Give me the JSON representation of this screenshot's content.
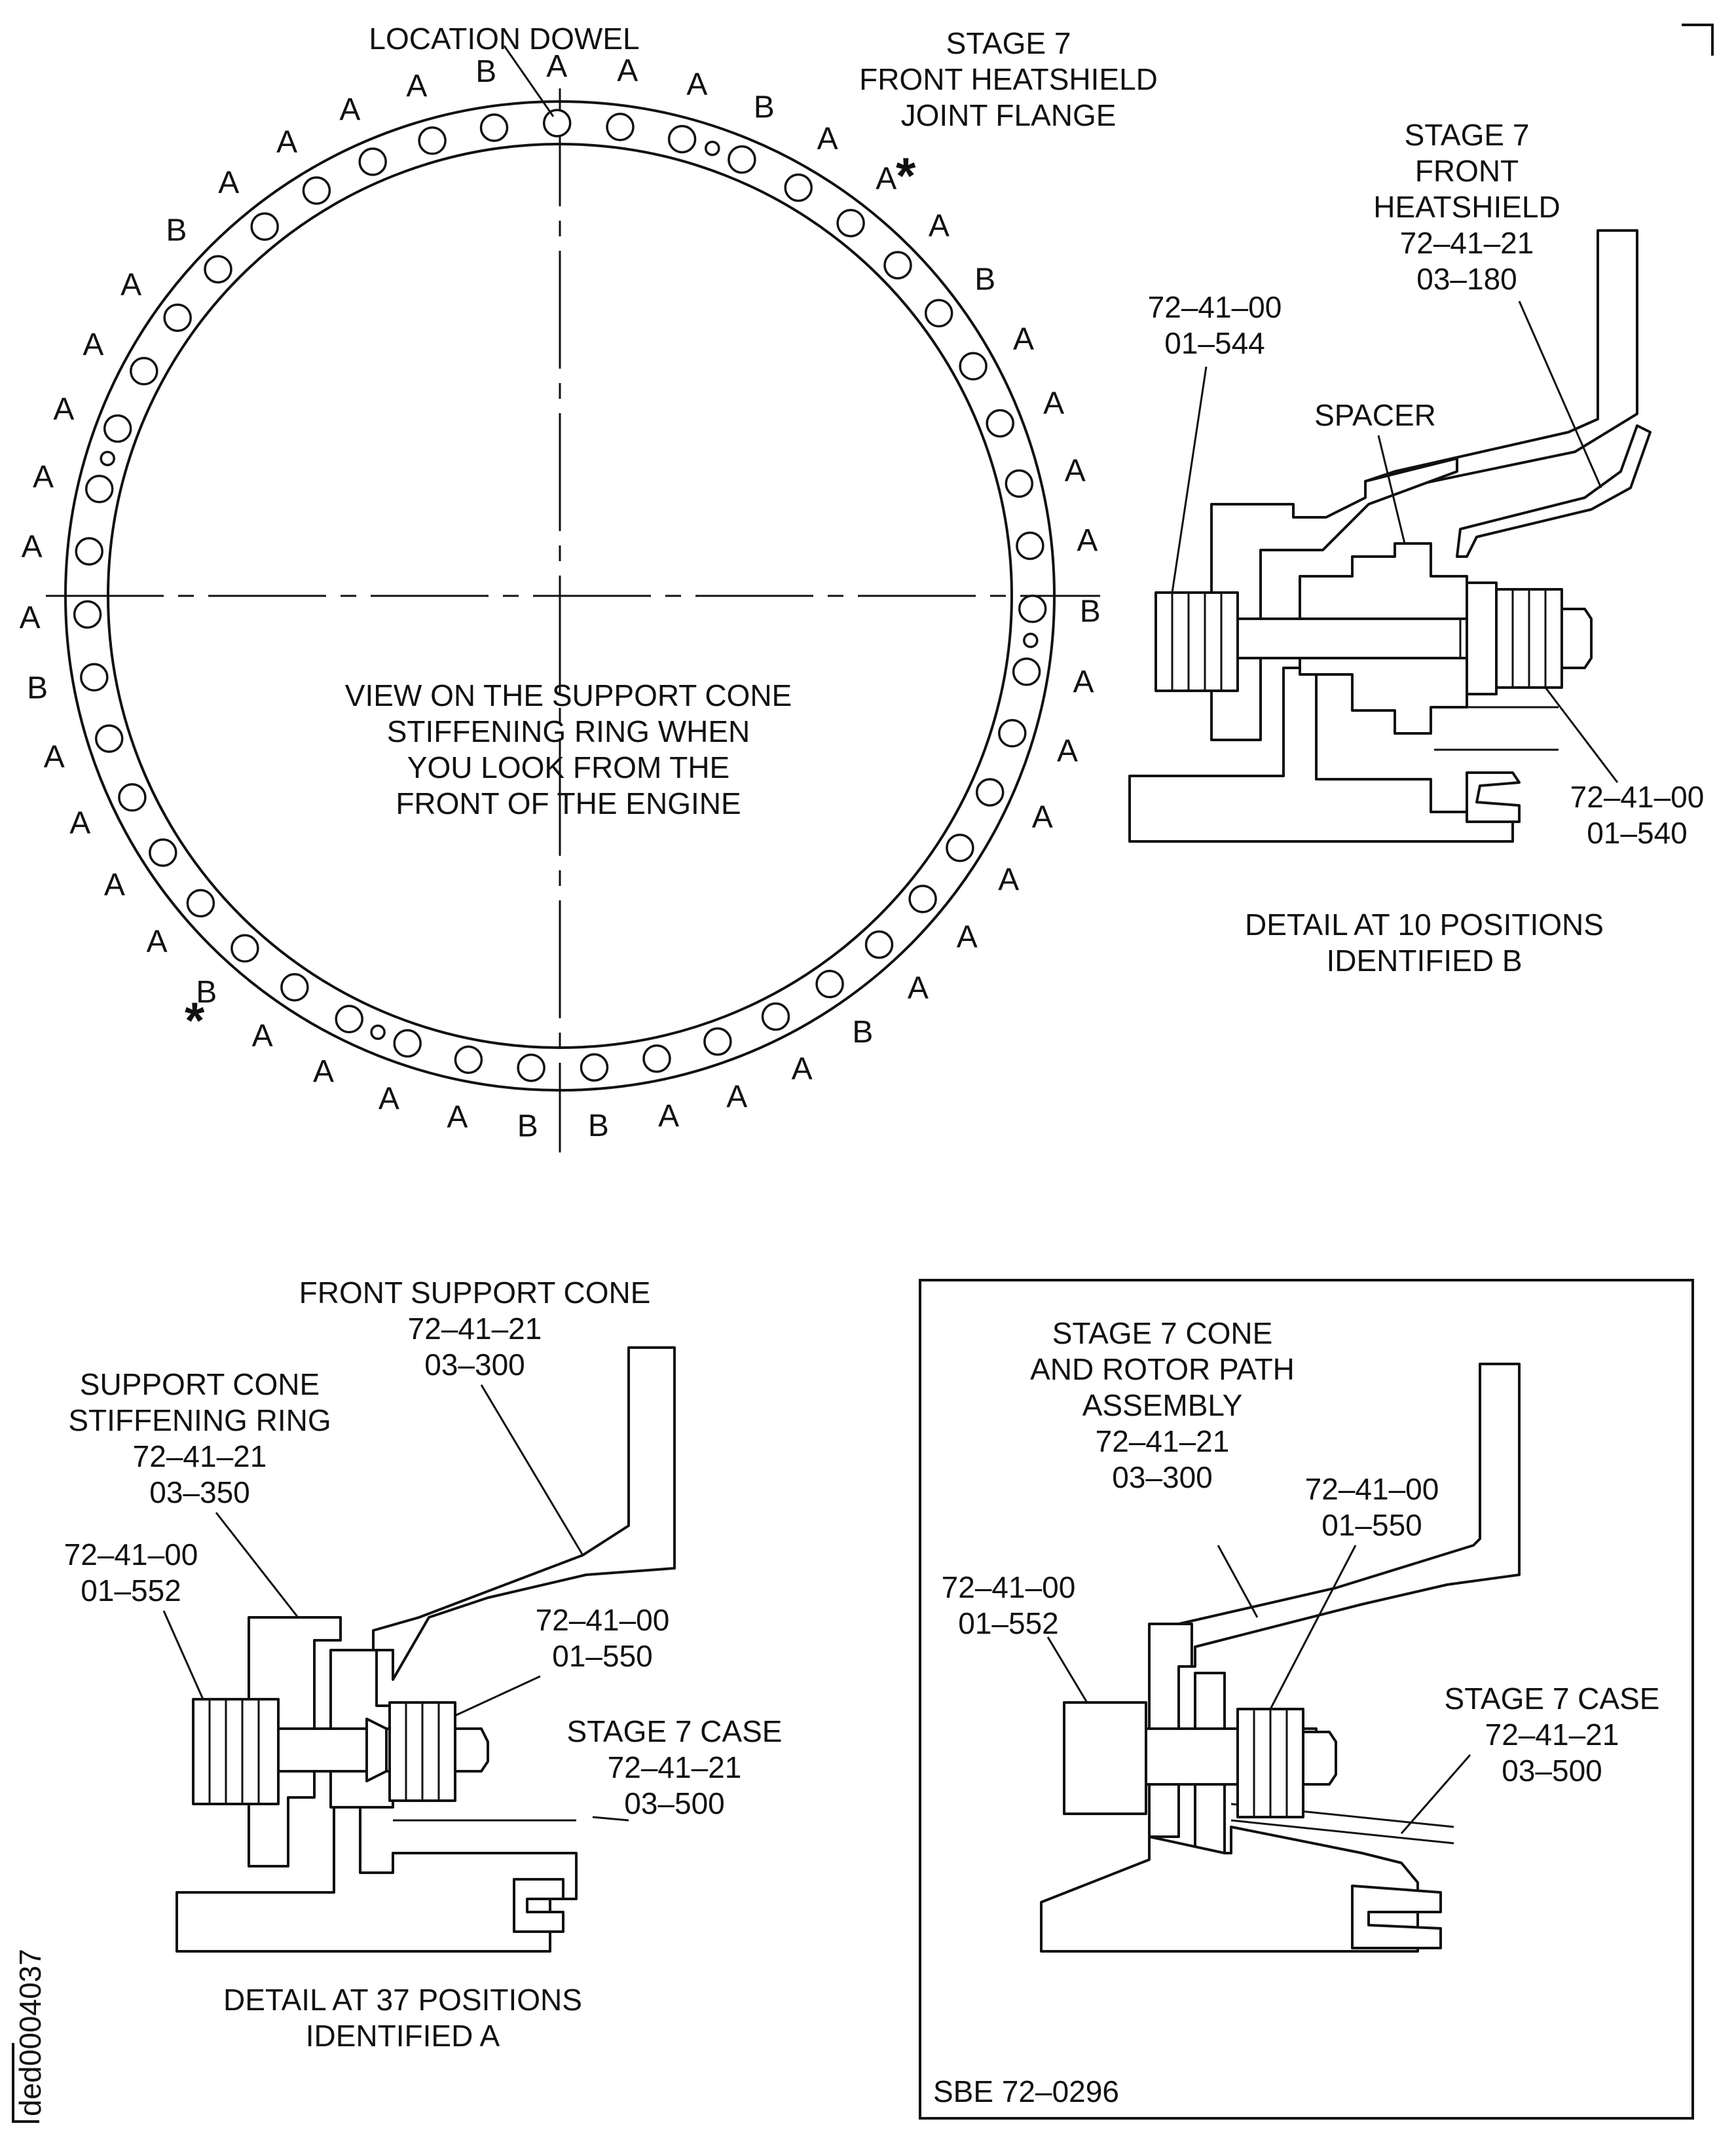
{
  "ring_view": {
    "title_lines": [
      "VIEW ON THE SUPPORT CONE",
      "STIFFENING RING WHEN",
      "YOU LOOK FROM THE",
      "FRONT OF THE ENGINE"
    ],
    "location_dowel_label": "LOCATION DOWEL",
    "flange_label_lines": [
      "STAGE 7",
      "FRONT HEATSHIELD",
      "JOINT FLANGE"
    ],
    "asterisk": "*",
    "position_letters": [
      "B",
      "A",
      "A",
      "A",
      "B",
      "A",
      "A",
      "A",
      "B",
      "A",
      "A",
      "A",
      "A",
      "B",
      "A",
      "A",
      "A",
      "A",
      "A",
      "A",
      "B",
      "A",
      "A",
      "A",
      "B",
      "B",
      "A",
      "A",
      "A",
      "A",
      "B",
      "A",
      "A",
      "A",
      "A",
      "B",
      "A",
      "A",
      "A",
      "A",
      "A",
      "A",
      "B",
      "A",
      "A",
      "A",
      "A"
    ]
  },
  "detail_b": {
    "heatshield_label_lines": [
      "STAGE 7",
      "FRONT",
      "HEATSHIELD",
      "72–41–21",
      "03–180"
    ],
    "bolt_label_lines": [
      "72–41–00",
      "01–544"
    ],
    "spacer_label": "SPACER",
    "nut_label_lines": [
      "72–41–00",
      "01–540"
    ],
    "caption_lines": [
      "DETAIL AT 10 POSITIONS",
      "IDENTIFIED B"
    ]
  },
  "detail_a": {
    "cone_label_lines": [
      "FRONT SUPPORT CONE",
      "72–41–21",
      "03–300"
    ],
    "ring_label_lines": [
      "SUPPORT CONE",
      "STIFFENING RING",
      "72–41–21",
      "03–350"
    ],
    "bolt_label_lines": [
      "72–41–00",
      "01–552"
    ],
    "nut_label_lines": [
      "72–41–00",
      "01–550"
    ],
    "case_label_lines": [
      "STAGE 7 CASE",
      "72–41–21",
      "03–500"
    ],
    "caption_lines": [
      "DETAIL AT 37 POSITIONS",
      "IDENTIFIED A"
    ]
  },
  "detail_sbe": {
    "cone_label_lines": [
      "STAGE 7 CONE",
      "AND ROTOR PATH",
      "ASSEMBLY",
      "72–41–21",
      "03–300"
    ],
    "nut_label_lines": [
      "72–41–00",
      "01–550"
    ],
    "bolt_label_lines": [
      "72–41–00",
      "01–552"
    ],
    "case_label_lines": [
      "STAGE 7 CASE",
      "72–41–21",
      "03–500"
    ],
    "sbe_label": "SBE 72–0296"
  },
  "figure_id": "ded0004037"
}
